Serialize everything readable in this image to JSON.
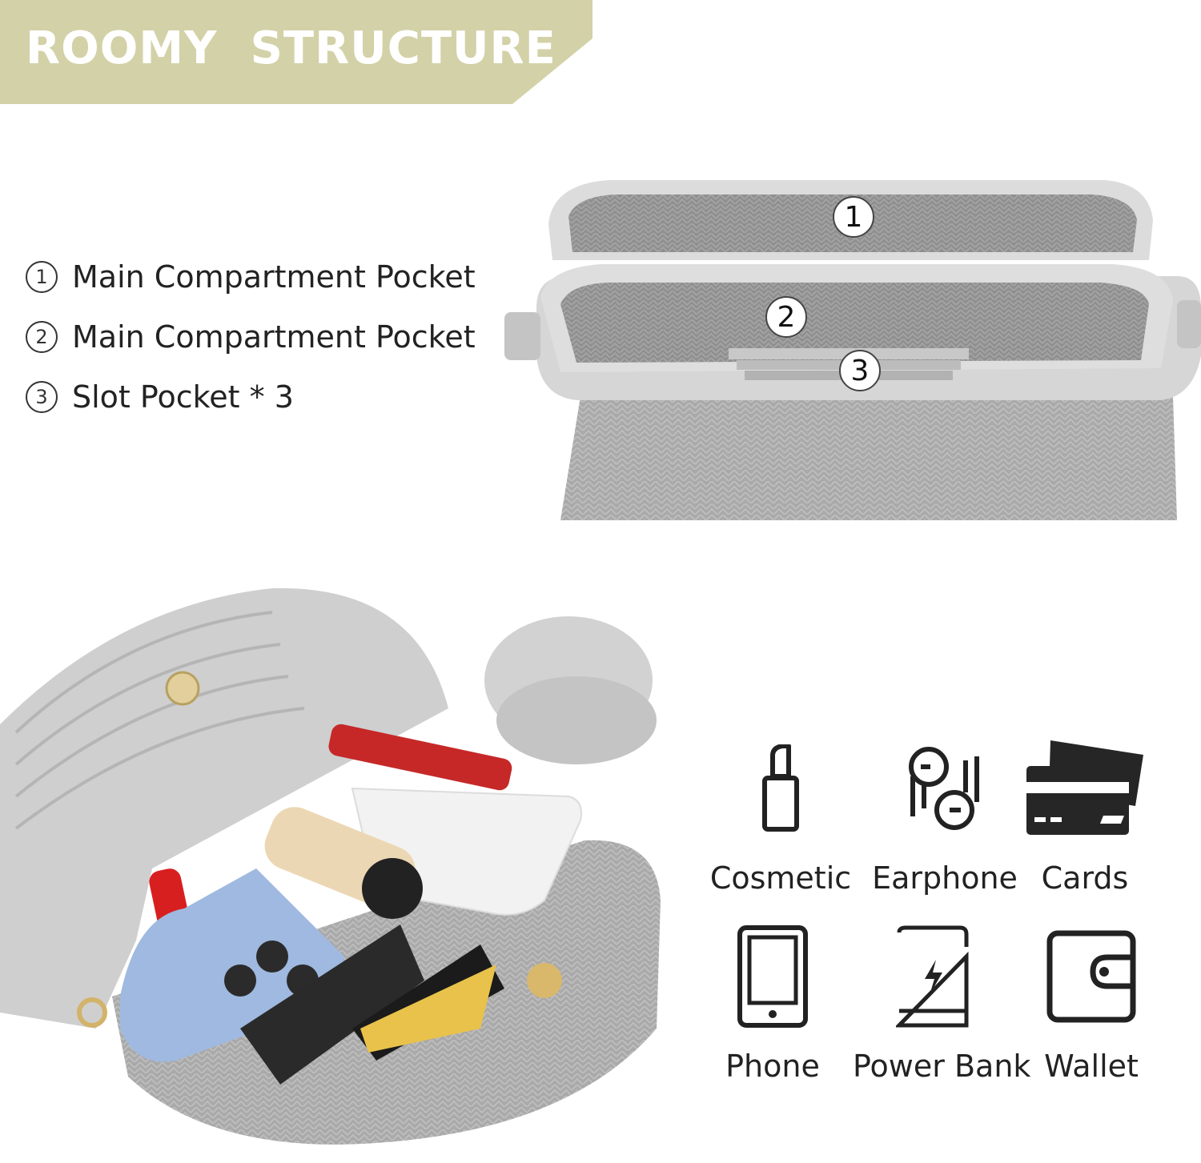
{
  "banner": {
    "title": "ROOMY  STRUCTURE",
    "color": "#d3d1a7"
  },
  "legend": [
    {
      "num": "1",
      "label": "Main Compartment Pocket"
    },
    {
      "num": "2",
      "label": "Main Compartment Pocket"
    },
    {
      "num": "3",
      "label": "Slot Pocket * 3"
    }
  ],
  "markers": [
    "1",
    "2",
    "3"
  ],
  "items": [
    {
      "label": "Cosmetic",
      "icon": "lipstick-icon"
    },
    {
      "label": "Earphone",
      "icon": "earphone-icon"
    },
    {
      "label": "Cards",
      "icon": "cards-icon"
    },
    {
      "label": "Phone",
      "icon": "phone-icon"
    },
    {
      "label": "Power Bank",
      "icon": "power-bank-icon"
    },
    {
      "label": "Wallet",
      "icon": "wallet-icon"
    }
  ],
  "colors": {
    "bag_silver": "#c9c9c9",
    "text": "#222222"
  }
}
